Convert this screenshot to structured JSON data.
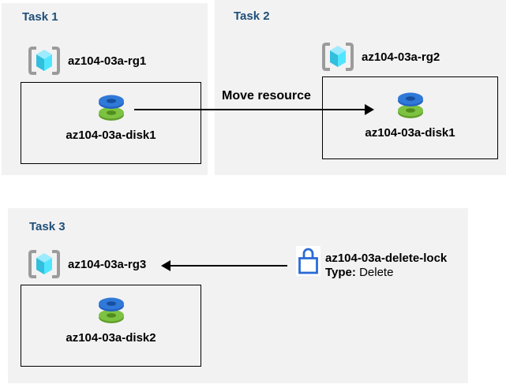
{
  "diagram_title": "Azure resource groups lab diagram",
  "colors": {
    "panel_bg": "#f2f2f2",
    "heading_blue": "#1f4e79",
    "lock_blue": "#2b6bd5",
    "cube_top": "#9cebff",
    "cube_left": "#32bedd",
    "cube_right": "#50e6ff",
    "disk_blue": "#3079d8",
    "disk_green": "#7dc240",
    "bracket_gray": "#9b9b9b"
  },
  "icons": {
    "resource_group": "resource-group-icon",
    "disk": "managed-disk-icon",
    "lock": "lock-icon"
  },
  "panels": [
    {
      "title": "Task 1",
      "resource_group": "az104-03a-rg1",
      "disk": "az104-03a-disk1"
    },
    {
      "title": "Task 2",
      "resource_group": "az104-03a-rg2",
      "disk": "az104-03a-disk1"
    },
    {
      "title": "Task 3",
      "resource_group": "az104-03a-rg3",
      "disk": "az104-03a-disk2"
    }
  ],
  "move_arrow": {
    "label": "Move resource",
    "direction": "right"
  },
  "lock_arrow": {
    "direction": "left"
  },
  "lock": {
    "name": "az104-03a-delete-lock",
    "type_label": "Type:",
    "type_value": "Delete"
  }
}
